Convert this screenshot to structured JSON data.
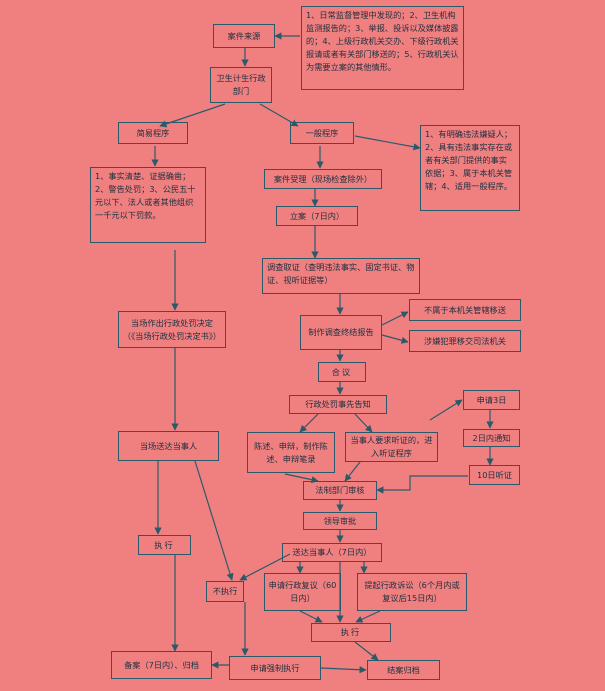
{
  "nodes": {
    "source": "案件来源",
    "source_desc": "1、日常监督管理中发现的；2、卫生机构监测报告的；3、举报、投诉以及媒体披露的；4、上级行政机关交办、下级行政机关报请或者有关部门移送的；5、行政机关认为需要立案的其他情形。",
    "dept": "卫生计生行政部门",
    "simple": "简易程序",
    "general": "一般程序",
    "simple_cond": "1、事实清楚、证据确凿；2、警告处罚；3、公民五十元以下、法人或者其他组织一千元以下罚款。",
    "filing_cond": "1、有明确违法嫌疑人；2、具有违法事实存在或者有关部门提供的事实依据；3、属于本机关管辖；4、适用一般程序。",
    "accept": "案件受理（现场检查除外）",
    "register": "立案（7日内）",
    "investigate": "调查取证（查明违法事实、固定书证、物证、视听证据等）",
    "not_jurisdiction": "不属于本机关管辖移送",
    "report": "制作调查终结报告",
    "crime": "涉嫌犯罪移交司法机关",
    "onsite_decision": "当场作出行政处罚决定（《当场行政处罚决定书》）",
    "collective": "合议",
    "notice": "行政处罚事先告知",
    "deliver_party": "当场送达当事人",
    "defense": "陈述、申辩，制作陈述、申辩笔录",
    "hearing_request": "当事人要求听证的，进入听证程序",
    "apply_3days": "申请3日",
    "notify_2days": "2日内通知",
    "hearing_10days": "10日听证",
    "legal_review": "法制部门审核",
    "leader_approval": "领导审批",
    "delivery": "送达当事人（7日内）",
    "execute1": "执行",
    "not_execute": "不执行",
    "reconsider": "申请行政复议（60日内）",
    "litigation": "提起行政诉讼（6个月内或复议后15日内）",
    "execute2": "执行",
    "filing_archive": "备案（7日内）、归档",
    "enforce": "申请强制执行",
    "close_archive": "结案归档"
  }
}
